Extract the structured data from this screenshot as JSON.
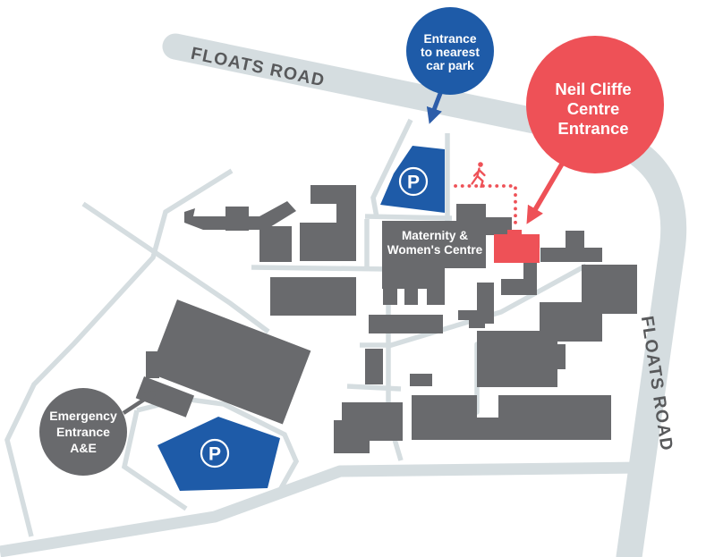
{
  "roads": {
    "top_label": "FLOATS ROAD",
    "right_label": "FLOATS ROAD"
  },
  "callouts": {
    "car_park": {
      "line1": "Entrance",
      "line2": "to nearest",
      "line3": "car park"
    },
    "neil_cliffe": {
      "line1": "Neil Cliffe",
      "line2": "Centre",
      "line3": "Entrance"
    },
    "emergency": {
      "line1": "Emergency",
      "line2": "Entrance",
      "line3": "A&E"
    }
  },
  "buildings": {
    "maternity_line1": "Maternity &",
    "maternity_line2": "Women's Centre"
  },
  "parking": {
    "symbol": "P"
  },
  "icons": {
    "pedestrian": "walking-person",
    "parking_top": "parking-P-badge",
    "parking_bottom": "parking-P-badge"
  },
  "colors": {
    "road": "#d5dde0",
    "building": "#696a6d",
    "blue": "#1e5ba8",
    "arrow_blue": "#2d5da9",
    "red": "#ee5157",
    "road_text": "#58595b",
    "label_text": "#ffffff"
  }
}
